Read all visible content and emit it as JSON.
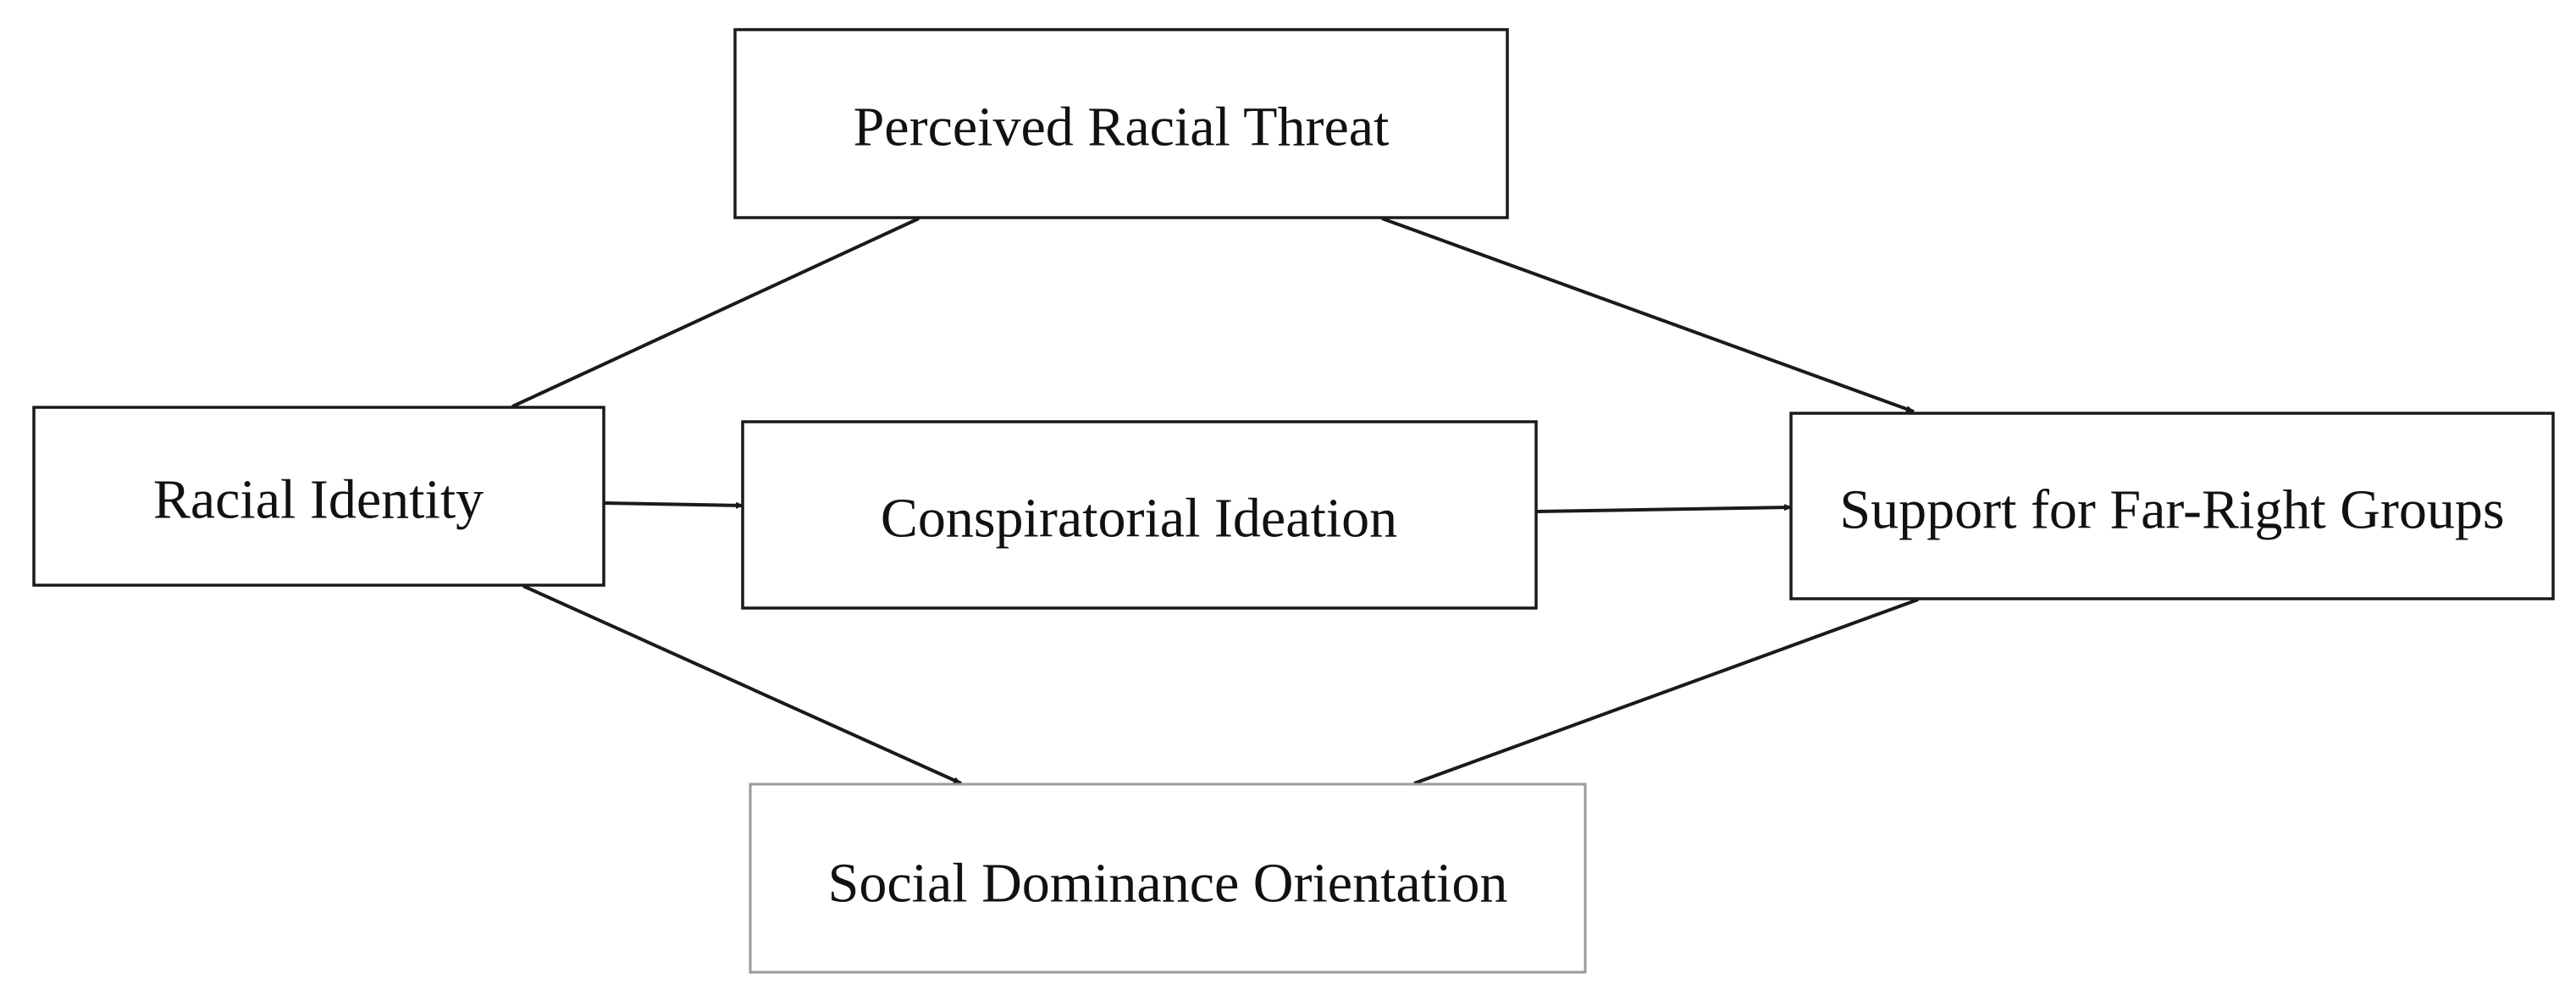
{
  "nodes": {
    "racial_identity": "Racial Identity",
    "perceived_racial_threat": "Perceived Racial Threat",
    "conspiratorial_ideation": "Conspiratorial Ideation",
    "social_dominance_orientation": "Social Dominance Orientation",
    "support_far_right": "Support for Far-Right Groups"
  },
  "edges": [
    {
      "from": "racial_identity",
      "to": "perceived_racial_threat",
      "arrow": false
    },
    {
      "from": "racial_identity",
      "to": "conspiratorial_ideation",
      "arrow": true
    },
    {
      "from": "racial_identity",
      "to": "social_dominance_orientation",
      "arrow": true
    },
    {
      "from": "perceived_racial_threat",
      "to": "support_far_right",
      "arrow": true
    },
    {
      "from": "conspiratorial_ideation",
      "to": "support_far_right",
      "arrow": true
    },
    {
      "from": "social_dominance_orientation",
      "to": "support_far_right",
      "arrow": false
    }
  ],
  "colors": {
    "stroke": "#1a1a1a",
    "light_stroke": "#9a9a9a",
    "text": "#111111",
    "background": "#ffffff"
  }
}
